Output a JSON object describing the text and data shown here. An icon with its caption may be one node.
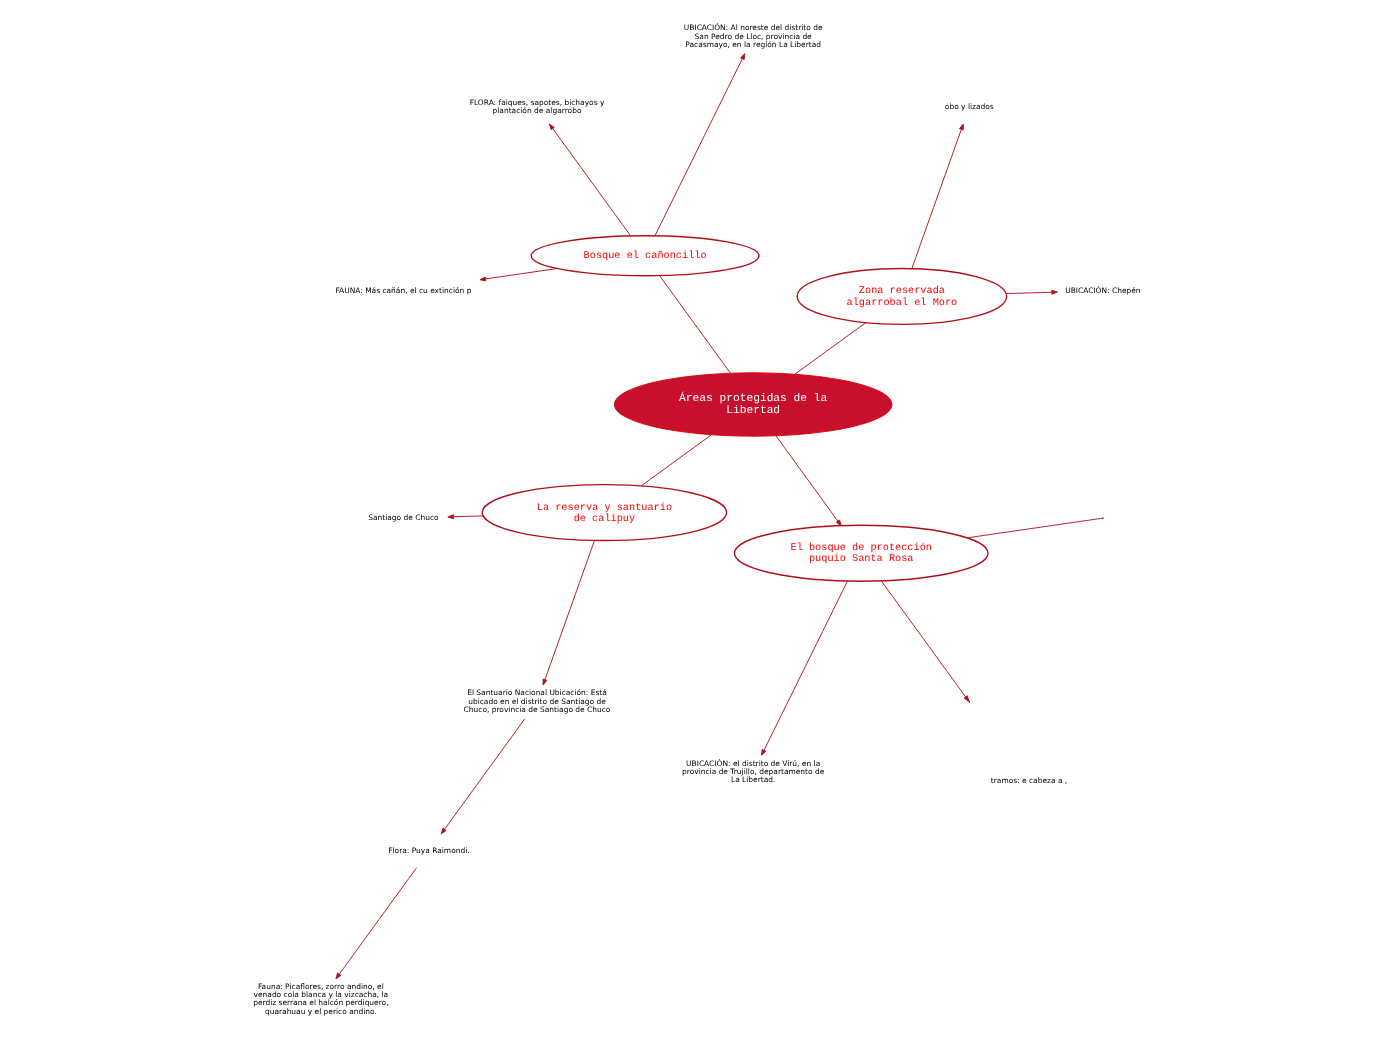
{
  "diagram": {
    "nodes": [
      {
        "text": [
          "Áreas protegidas de la Libertad"
        ]
      },
      {
        "text": [
          "Zona reservada algarrobal el Moro"
        ]
      },
      {
        "text": [
          "UBICACIÓN: Chepén"
        ]
      },
      {
        "text": [
          "obo y lizados"
        ]
      },
      {
        "text": [
          "Bosque el cañoncillo"
        ]
      },
      {
        "text": [
          "UBICACIÓN: Al noreste del distrito de San Pedro de Lloc, provincia de Pacasmayo, en la región La Libertad"
        ]
      },
      {
        "text": [
          "FLORA: faiques, sapotes, bichayos y plantación de algarrobo"
        ]
      },
      {
        "text": [
          "FAUNA: Más cañán, el cu extinción p"
        ]
      },
      {
        "text": [
          "La reserva y santuario de calipuy"
        ]
      },
      {
        "text": [
          "Santiago de Chuco"
        ]
      },
      {
        "text": [
          "El Santuario Nacional Ubicación: Está ubicado en el distrito de Santiago de Chuco, provincia de Santiago de Chuco"
        ]
      },
      {
        "text": [
          "Flora: Puya Raimondi."
        ]
      },
      {
        "text": [
          "Fauna: Picaflores, zorro andino, el venado cola blanca y la vizcacha, la perdiz serrana el halcón perdiquero, quarahuau y el perico andino."
        ]
      },
      {
        "text": [
          "El bosque de protección puquio Santa Rosa"
        ]
      },
      {
        "text": [
          "UBICACIÓN: el distrito de Virú, en la provincia de Trujillo, departamento de La Libertad."
        ]
      }
    ],
    "edges": [
      {
        "from": 0,
        "to": 1,
        "arrow": "none"
      },
      {
        "from": 0,
        "to": 4,
        "arrow": "none"
      },
      {
        "from": 0,
        "to": 8,
        "arrow": "none"
      },
      {
        "from": 0,
        "to": 13,
        "arrow": "to"
      },
      {
        "from": 1,
        "to": 2,
        "arrow": "to"
      },
      {
        "from": 1,
        "to": 3,
        "arrow": "to"
      },
      {
        "from": 4,
        "to": 5,
        "arrow": "to"
      },
      {
        "from": 4,
        "to": 6,
        "arrow": "to"
      },
      {
        "from": 4,
        "to": 7,
        "arrow": "to"
      },
      {
        "from": 8,
        "to": 9,
        "arrow": "to"
      },
      {
        "from": 8,
        "to": 10,
        "arrow": "to"
      },
      {
        "from": 10,
        "to": 11,
        "arrow": "to"
      },
      {
        "from": 11,
        "to": 12,
        "arrow": "to"
      },
      {
        "from": 13,
        "to": 14,
        "arrow": "to"
      },
      {
        "from": 13,
        "to": null,
        "arrow": "to"
      },
      {
        "from": 13,
        "to": null,
        "arrow": "none"
      }
    ],
    "labels": [
      "tramos: e cabeza a ,"
    ]
  }
}
